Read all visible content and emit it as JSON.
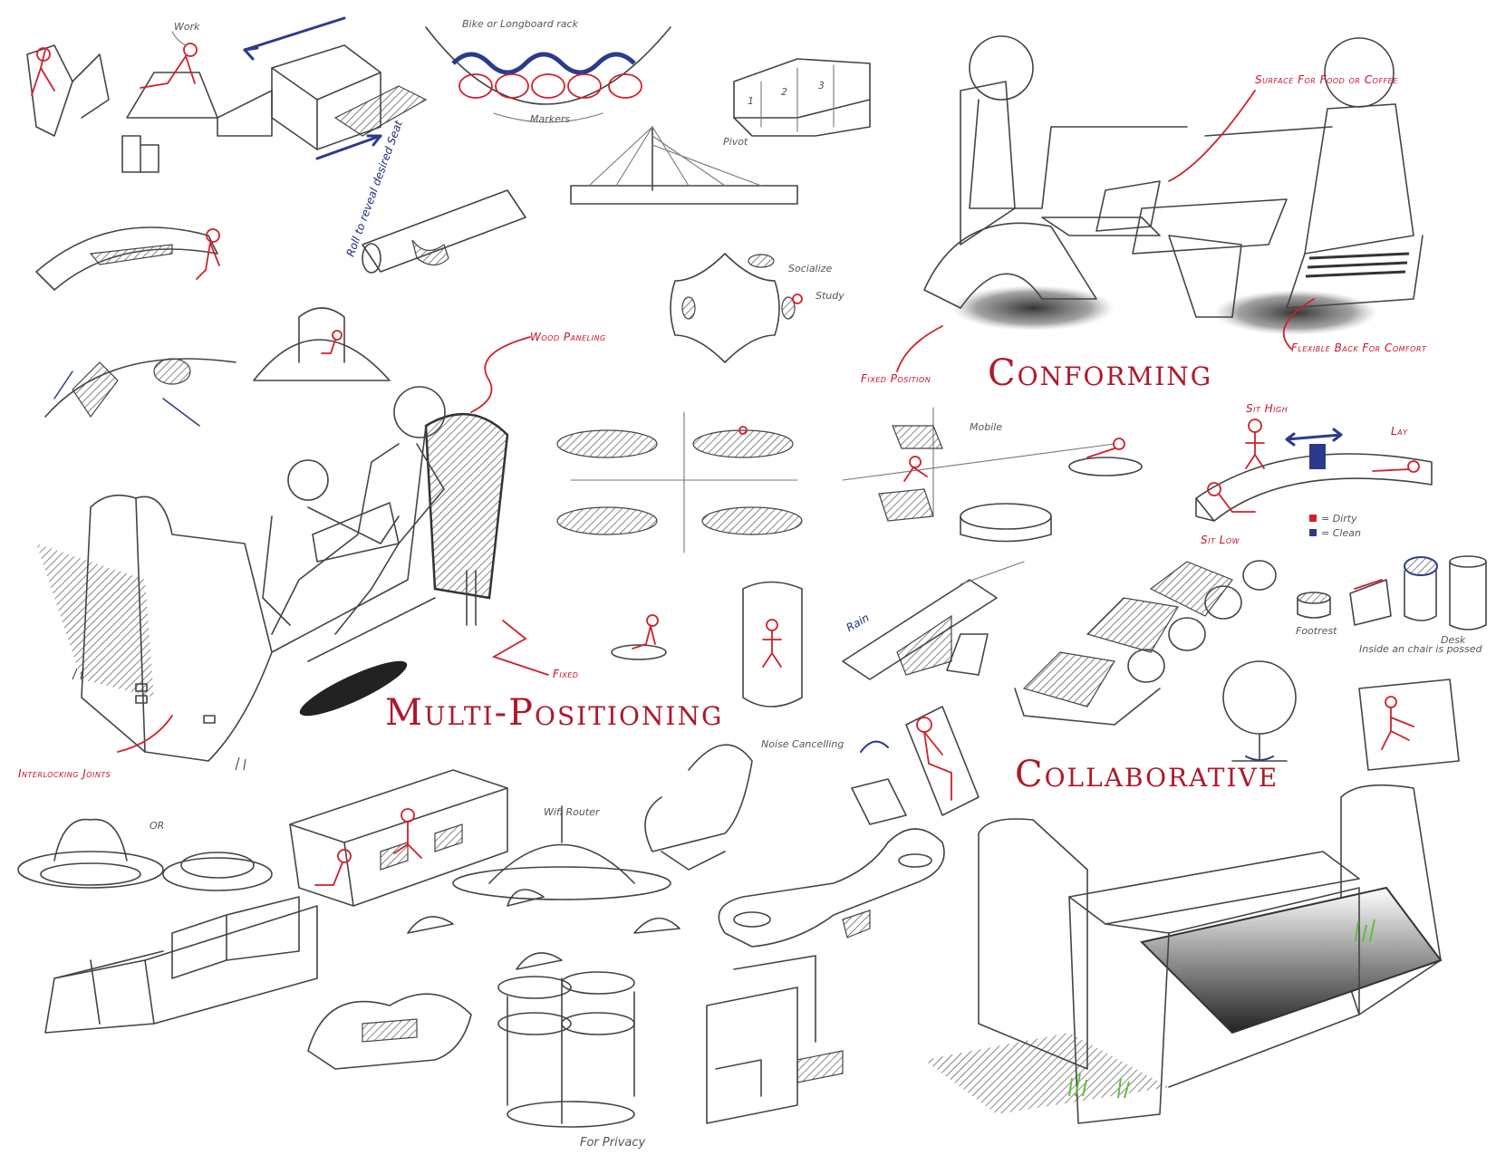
{
  "headings": {
    "conforming": "Conforming",
    "multi_positioning": "Multi-Positioning",
    "collaborative": "Collaborative"
  },
  "annotations": {
    "work": "Work",
    "bike_longboard_rack": "Bike or Longboard rack",
    "markers": "Markers",
    "roll_to_reveal": "Roll to reveal desired Seat",
    "socialize": "Socialize",
    "study": "Study",
    "surface_for_food": "Surface For Food or Coffee",
    "flexible_back": "Flexible Back For Comfort",
    "fixed_position": "Fixed Position",
    "wood_paneling": "Wood Paneling",
    "fixed": "Fixed",
    "interlocking_joints": "Interlocking Joints",
    "mobile": "Mobile",
    "sit_high": "Sit High",
    "lay": "Lay",
    "sit_low": "Sit Low",
    "dirty": "= Dirty",
    "clean": "= Clean",
    "rain": "Rain",
    "footrest": "Footrest",
    "desk": "Desk",
    "inside_chair": "Inside an chair is possed",
    "noise_cancelling": "Noise Cancelling",
    "wifi_router": "Wifi Router",
    "for_privacy": "For Privacy",
    "or": "OR",
    "pivot": "Pivot",
    "seat_1": "1",
    "seat_2": "2",
    "seat_3": "3"
  },
  "colors": {
    "heading_red": "#b0182a",
    "accent_red": "#d0202a",
    "accent_blue": "#2b3a8c",
    "pencil": "#444444",
    "grass_green": "#5fbf3a"
  }
}
